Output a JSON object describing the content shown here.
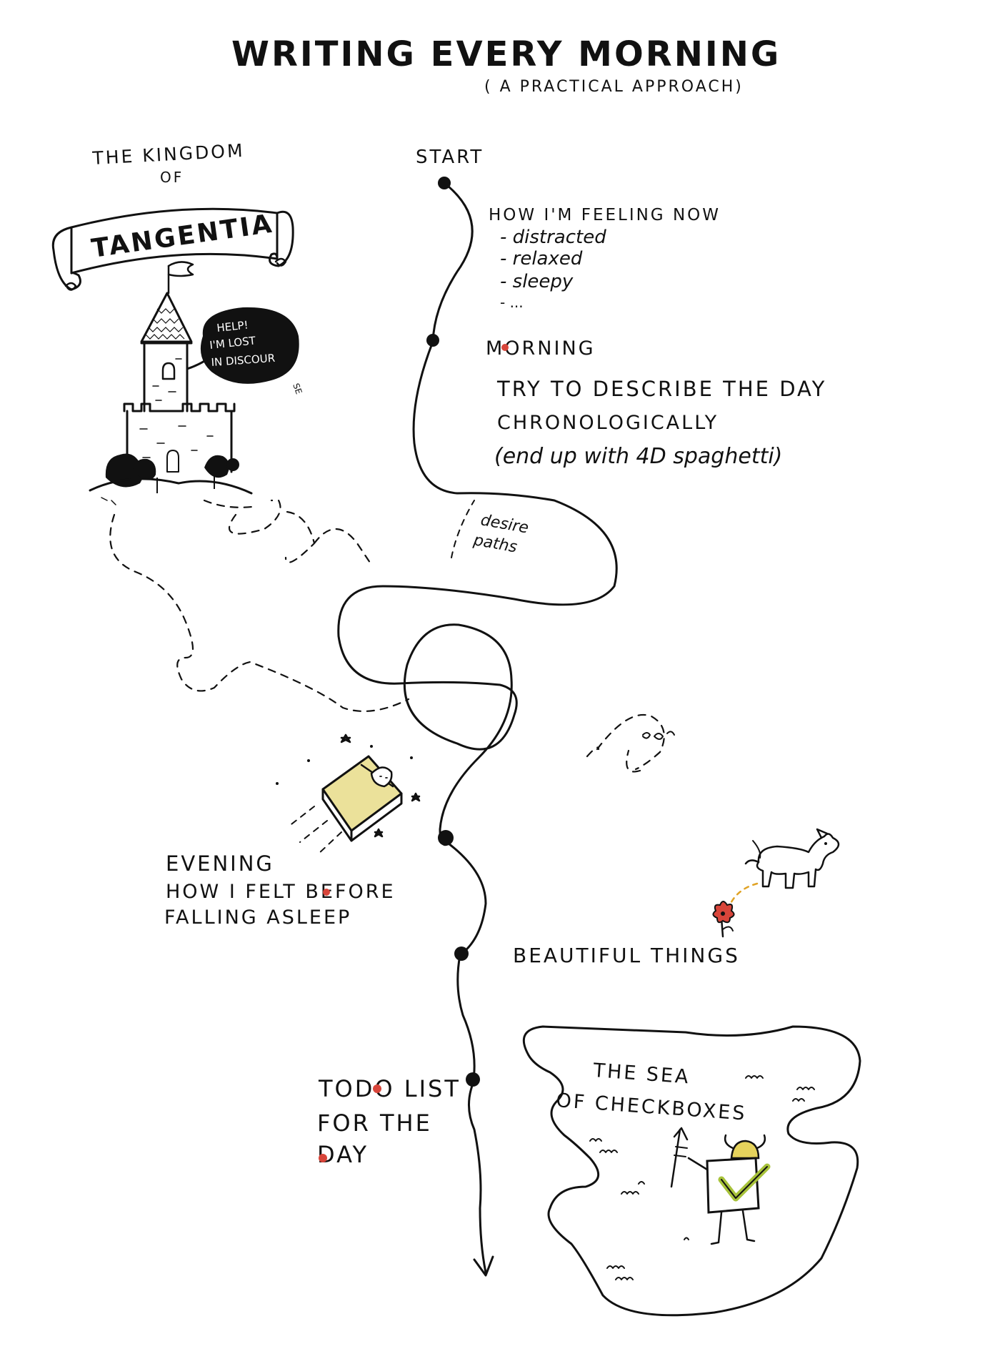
{
  "title": "WRITING EVERY MORNING",
  "subtitle": "( A PRACTICAL APPROACH)",
  "kingdom": {
    "line1": "THE KINGDOM",
    "line2": "OF",
    "banner": "TANGENTIA",
    "speech": [
      "HELP!",
      "I'M LOST",
      "IN DISCOUR",
      "SE"
    ]
  },
  "path": {
    "start_label": "START",
    "feeling": {
      "heading": "HOW I'M FEELING NOW",
      "items": [
        "- distracted",
        "- relaxed",
        "- sleepy",
        "- ..."
      ]
    },
    "morning": {
      "heading": "MORNING",
      "lines": [
        "TRY TO DESCRIBE THE DAY",
        "CHRONOLOGICALLY",
        "(end up with 4D spaghetti)"
      ]
    },
    "desire_paths": [
      "desire",
      "paths"
    ],
    "evening": [
      "EVENING",
      "HOW I FELT BEFORE",
      "FALLING ASLEEP"
    ],
    "beautiful": "BEAUTIFUL THINGS",
    "todo": [
      "TODO LIST",
      "FOR THE",
      "DAY"
    ]
  },
  "sea": [
    "THE SEA",
    "OF CHECKBOXES"
  ],
  "colors": {
    "ink": "#111111",
    "accent_red": "#d8453a",
    "bed_yellow": "#ebe19a",
    "check_green": "#a7c23a",
    "helmet_yellow": "#e6d35c",
    "dog_trail": "#e0a326"
  }
}
